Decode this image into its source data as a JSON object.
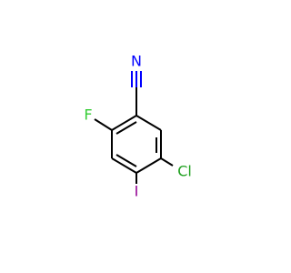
{
  "molecule": {
    "atoms": {
      "nitrogen": {
        "symbol": "N",
        "color": "#0000ff"
      },
      "fluorine": {
        "symbol": "F",
        "color": "#33cc33"
      },
      "chlorine": {
        "symbol": "Cl",
        "color": "#1fa01f"
      },
      "iodine": {
        "symbol": "I",
        "color": "#940094"
      }
    },
    "bond_color": "#000000",
    "nitrile_color": "#0000ff"
  }
}
